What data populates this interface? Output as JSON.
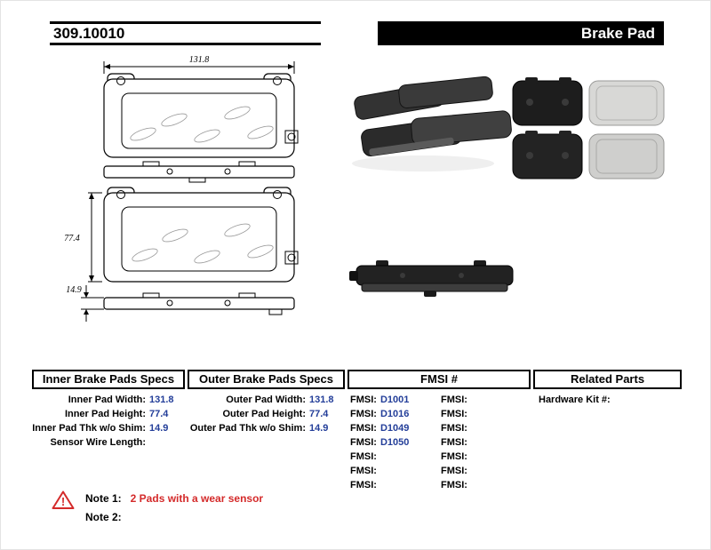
{
  "header": {
    "part_number": "309.10010",
    "product_type": "Brake Pad"
  },
  "diagram": {
    "width_label": "131.8",
    "height_label": "77.4",
    "thickness_label": "14.9"
  },
  "tables": {
    "inner": {
      "title": "Inner Brake Pads Specs",
      "rows": [
        {
          "label": "Inner Pad Width:",
          "value": "131.8"
        },
        {
          "label": "Inner Pad Height:",
          "value": "77.4"
        },
        {
          "label": "Inner Pad Thk w/o Shim:",
          "value": "14.9"
        },
        {
          "label": "Sensor Wire Length:",
          "value": ""
        }
      ]
    },
    "outer": {
      "title": "Outer Brake Pads Specs",
      "rows": [
        {
          "label": "Outer Pad Width:",
          "value": "131.8"
        },
        {
          "label": "Outer Pad Height:",
          "value": "77.4"
        },
        {
          "label": "Outer Pad Thk w/o Shim:",
          "value": "14.9"
        }
      ]
    },
    "fmsi": {
      "title": "FMSI #",
      "left": [
        {
          "label": "FMSI:",
          "value": "D1001"
        },
        {
          "label": "FMSI:",
          "value": "D1016"
        },
        {
          "label": "FMSI:",
          "value": "D1049"
        },
        {
          "label": "FMSI:",
          "value": "D1050"
        },
        {
          "label": "FMSI:",
          "value": ""
        },
        {
          "label": "FMSI:",
          "value": ""
        },
        {
          "label": "FMSI:",
          "value": ""
        }
      ],
      "right": [
        {
          "label": "FMSI:",
          "value": ""
        },
        {
          "label": "FMSI:",
          "value": ""
        },
        {
          "label": "FMSI:",
          "value": ""
        },
        {
          "label": "FMSI:",
          "value": ""
        },
        {
          "label": "FMSI:",
          "value": ""
        },
        {
          "label": "FMSI:",
          "value": ""
        },
        {
          "label": "FMSI:",
          "value": ""
        }
      ]
    },
    "related": {
      "title": "Related Parts",
      "rows": [
        {
          "label": "Hardware Kit #:",
          "value": ""
        }
      ]
    }
  },
  "notes": {
    "note1": {
      "label": "Note 1:",
      "text": "2 Pads with a wear sensor"
    },
    "note2": {
      "label": "Note 2:",
      "text": ""
    }
  },
  "colors": {
    "value_blue": "#233e99",
    "note_red": "#d42a2a",
    "header_black": "#000000"
  }
}
